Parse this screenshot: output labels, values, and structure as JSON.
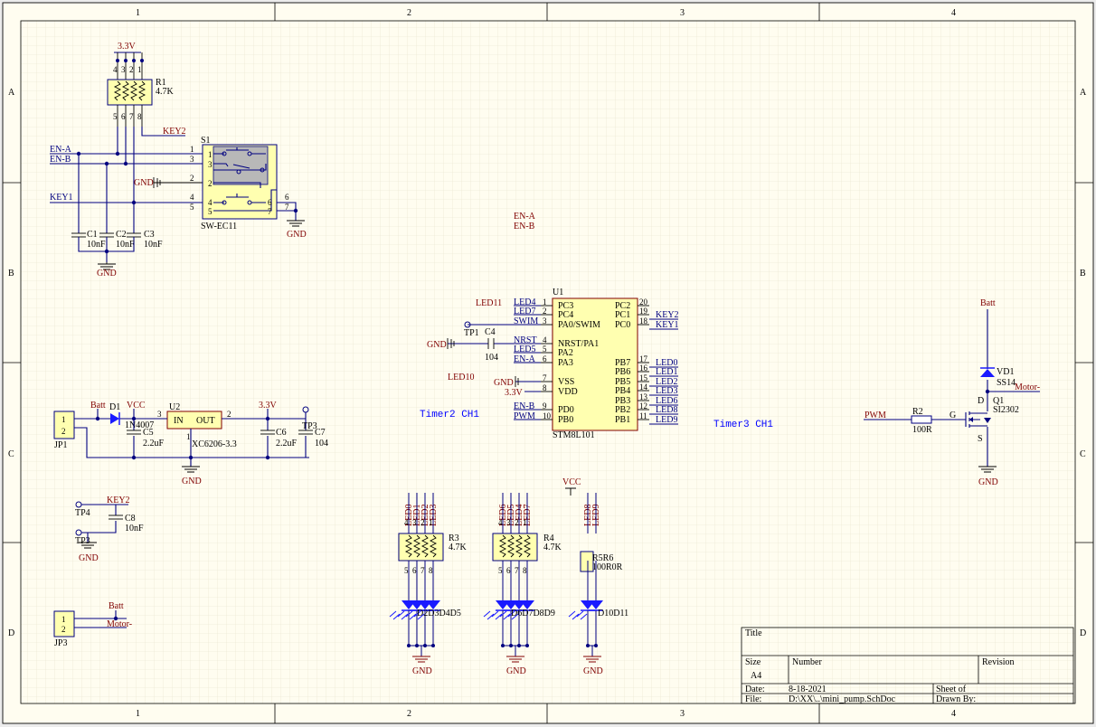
{
  "border": {
    "columns": [
      "1",
      "2",
      "3",
      "4"
    ],
    "rows": [
      "A",
      "B",
      "C",
      "D"
    ]
  },
  "colors": {
    "background": "#fffdf0",
    "grid": "#e6e2cc",
    "wire": "#000080",
    "power_label": "#800000",
    "component_fill": "#ffffb0",
    "diode_blue": "#1a1aff"
  },
  "title_block": {
    "title_label": "Title",
    "size_label": "Size",
    "size_value": "A4",
    "number_label": "Number",
    "revision_label": "Revision",
    "date_label": "Date:",
    "date_value": "8-18-2021",
    "file_label": "File:",
    "file_value": "D:\\XX\\..\\mini_pump.SchDoc",
    "sheet_label": "Sheet   of",
    "drawn_label": "Drawn By:"
  },
  "encoder": {
    "vcc": "3.3V",
    "r1_name": "R1",
    "r1_value": "4.7K",
    "r1_pins_top": [
      "4",
      "3",
      "2",
      "1"
    ],
    "r1_pins_bottom": [
      "5",
      "6",
      "7",
      "8"
    ],
    "key2": "KEY2",
    "ena": "EN-A",
    "enb": "EN-B",
    "key1": "KEY1",
    "gnd": "GND",
    "s1_name": "S1",
    "s1_part": "SW-EC11",
    "s1_left_pins": [
      "1",
      "3",
      "2",
      "4",
      "5"
    ],
    "s1_inner_pins": [
      "1",
      "3",
      "2",
      "4",
      "5"
    ],
    "s1_right_pins": [
      "6",
      "7"
    ],
    "s1_inner_right": [
      "6",
      "7"
    ],
    "caps": [
      {
        "name": "C1",
        "value": "10nF"
      },
      {
        "name": "C2",
        "value": "10nF"
      },
      {
        "name": "C3",
        "value": "10nF"
      }
    ]
  },
  "mcu": {
    "name": "U1",
    "part": "STM8L101",
    "left_pins": [
      {
        "num": "1",
        "name": "PC3",
        "net": "LED4"
      },
      {
        "num": "2",
        "name": "PC4",
        "net": "LED7"
      },
      {
        "num": "3",
        "name": "PA0/SWIM",
        "net": "SWIM"
      },
      {
        "num": "4",
        "name": "NRST/PA1",
        "net": "NRST"
      },
      {
        "num": "5",
        "name": "PA2",
        "net": "LED5"
      },
      {
        "num": "6",
        "name": "PA3",
        "net": "EN-A"
      },
      {
        "num": "7",
        "name": "VSS",
        "net": ""
      },
      {
        "num": "8",
        "name": "VDD",
        "net": ""
      },
      {
        "num": "9",
        "name": "PD0",
        "net": "EN-B"
      },
      {
        "num": "10",
        "name": "PB0",
        "net": "PWM"
      }
    ],
    "right_pins": [
      {
        "num": "20",
        "name": "PC2",
        "net": ""
      },
      {
        "num": "19",
        "name": "PC1",
        "net": "KEY2"
      },
      {
        "num": "18",
        "name": "PC0",
        "net": "KEY1"
      },
      {
        "num": "17",
        "name": "PB7",
        "net": "LED0"
      },
      {
        "num": "16",
        "name": "PB6",
        "net": "LED1"
      },
      {
        "num": "15",
        "name": "PB5",
        "net": "LED2"
      },
      {
        "num": "14",
        "name": "PB4",
        "net": "LED3"
      },
      {
        "num": "13",
        "name": "PB3",
        "net": "LED6"
      },
      {
        "num": "12",
        "name": "PB2",
        "net": "LED8"
      },
      {
        "num": "11",
        "name": "PB1",
        "net": "LED9"
      }
    ],
    "led11": "LED11",
    "led10": "LED10",
    "gnd": "GND",
    "vdd": "3.3V",
    "tp1": "TP1",
    "c4_name": "C4",
    "c4_value": "104",
    "timer2": "Timer2 CH1",
    "timer3": "Timer3 CH1",
    "floating_ena": "EN-A",
    "floating_enb": "EN-B"
  },
  "power": {
    "jp1": "JP1",
    "jp1_pins": [
      "1",
      "2"
    ],
    "batt": "Batt",
    "vcc": "VCC",
    "d1_name": "D1",
    "d1_part": "1N4007",
    "u2_name": "U2",
    "u2_part": "XC6206-3.3",
    "u2_in": "IN",
    "u2_out": "OUT",
    "u2_pin_in": "3",
    "u2_pin_out": "2",
    "u2_pin_gnd": "1",
    "out_net": "3.3V",
    "c5": {
      "name": "C5",
      "value": "2.2uF"
    },
    "c6": {
      "name": "C6",
      "value": "2.2uF"
    },
    "c7": {
      "name": "C7",
      "value": "104"
    },
    "tp3": "TP3",
    "gnd": "GND"
  },
  "key_tp": {
    "tp4": "TP4",
    "tp_bottom": "TP3",
    "key2": "KEY2",
    "c8_name": "C8",
    "c8_value": "10nF",
    "gnd": "GND"
  },
  "motor_conn": {
    "jp3": "JP3",
    "pins": [
      "1",
      "2"
    ],
    "batt": "Batt",
    "motor": "Motor-"
  },
  "leds": {
    "vcc": "VCC",
    "group1_nets": [
      "LED0",
      "LED1",
      "LED2",
      "LED3"
    ],
    "group2_nets": [
      "LED6",
      "LED5",
      "LED4",
      "LED7"
    ],
    "group3_nets": [
      "LED8",
      "LED9"
    ],
    "r3_name": "R3",
    "r3_value": "4.7K",
    "r4_name": "R4",
    "r4_value": "4.7K",
    "r5_label": "R5R6",
    "r5_value": "100R0R",
    "res_pins_top": [
      "4",
      "3",
      "2",
      "1"
    ],
    "res_pins_bottom": [
      "5",
      "6",
      "7",
      "8"
    ],
    "d_group1": "D2D3D4D5",
    "d_group2": "D6D7D8D9",
    "d_group3": "D10D11",
    "gnd": "GND"
  },
  "mosfet": {
    "batt": "Batt",
    "vd1_name": "VD1",
    "vd1_part": "SS14",
    "motor": "Motor-",
    "q1_name": "Q1",
    "q1_part": "SI2302",
    "d": "D",
    "g": "G",
    "s": "S",
    "pwm": "PWM",
    "r2_name": "R2",
    "r2_value": "100R",
    "gnd": "GND"
  }
}
